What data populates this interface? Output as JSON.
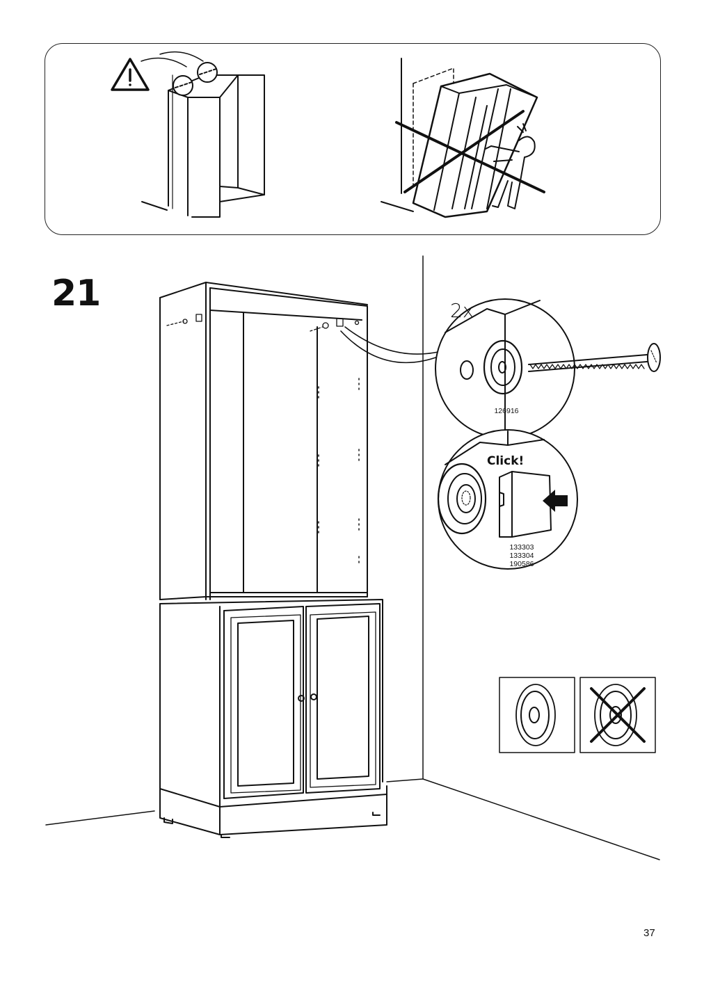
{
  "step": {
    "number": "21"
  },
  "detail_screw": {
    "quantity": "2x",
    "part_number": "126916"
  },
  "detail_click": {
    "label": "Click!",
    "part_numbers": [
      "133303",
      "133304",
      "190586"
    ]
  },
  "page": {
    "number": "37"
  }
}
